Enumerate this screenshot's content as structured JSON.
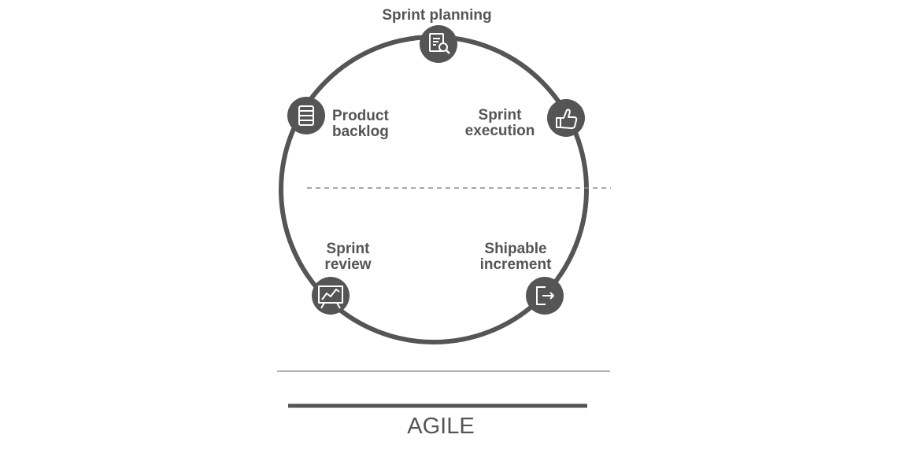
{
  "colors": {
    "ring": "#555555",
    "node": "#555555",
    "icon": "#ffffff",
    "text": "#555555",
    "divider": "#999999"
  },
  "stages": {
    "sprint_planning": {
      "label": "Sprint planning",
      "icon": "document-search-icon"
    },
    "sprint_execution": {
      "line1": "Sprint",
      "line2": "execution",
      "icon": "thumbs-up-icon"
    },
    "shipable_increment": {
      "line1": "Shipable",
      "line2": "increment",
      "icon": "export-icon"
    },
    "sprint_review": {
      "line1": "Sprint",
      "line2": "review",
      "icon": "presentation-chart-icon"
    },
    "product_backlog": {
      "line1": "Product",
      "line2": "backlog",
      "icon": "list-icon"
    }
  },
  "footer": {
    "label": "AGILE"
  }
}
